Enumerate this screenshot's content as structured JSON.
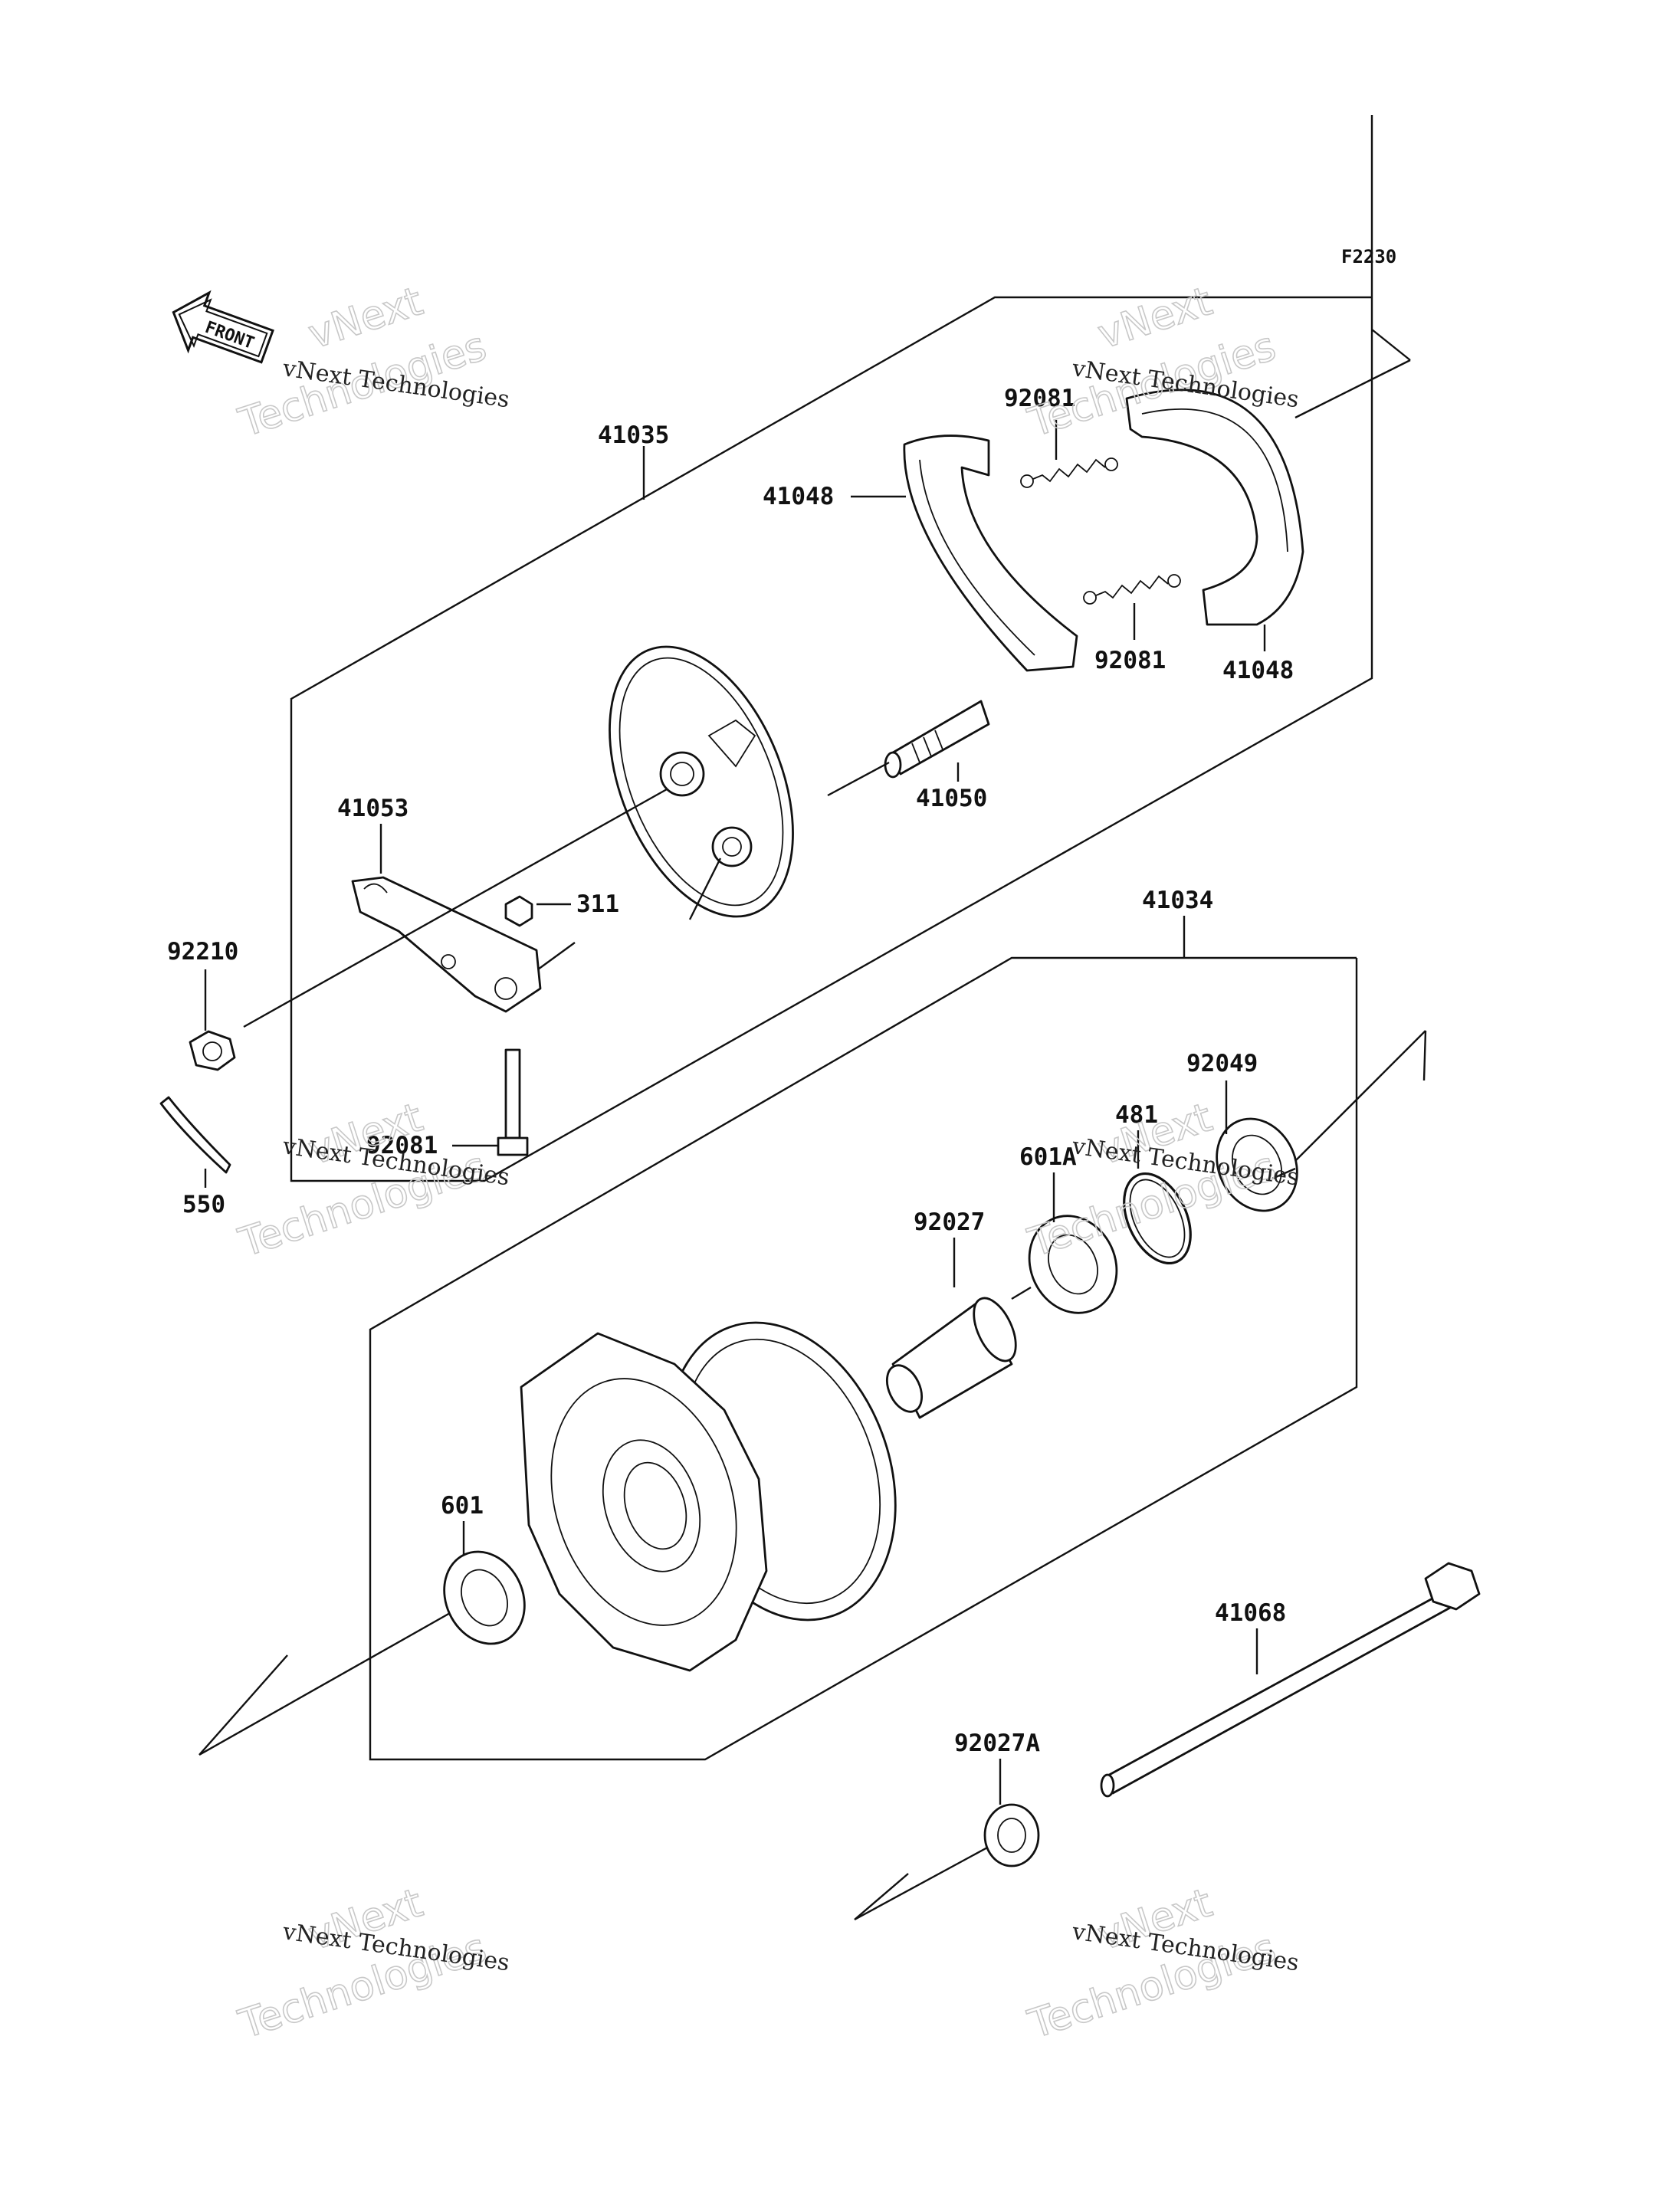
{
  "diagram": {
    "reference_code": "F2230",
    "front_label": "FRONT",
    "part_labels": {
      "p41035": "41035",
      "p41048a": "41048",
      "p41048b": "41048",
      "p92081a": "92081",
      "p92081b": "92081",
      "p41050": "41050",
      "p41053": "41053",
      "p311": "311",
      "p92210": "92210",
      "p92081c": "92081",
      "p550": "550",
      "p41034": "41034",
      "p92049": "92049",
      "p481": "481",
      "p601a": "601A",
      "p92027": "92027",
      "p601": "601",
      "p41068": "41068",
      "p92027a": "92027A"
    },
    "watermark": {
      "company": "vNext Technologies",
      "word1": "vNext",
      "word2": "Technologies"
    }
  }
}
